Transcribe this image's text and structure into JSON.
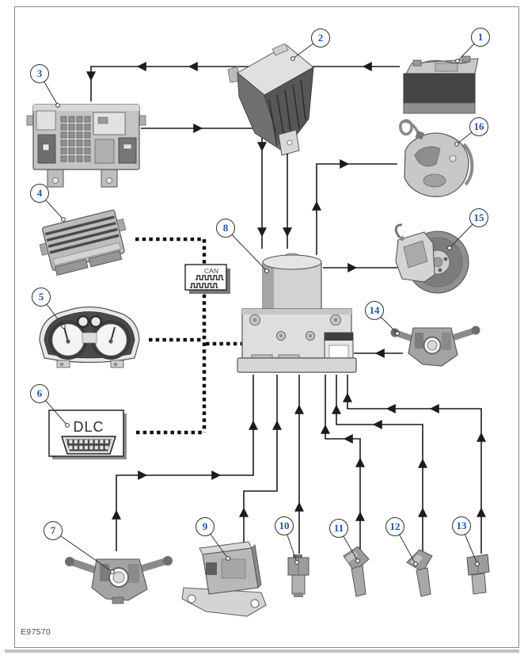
{
  "figure": {
    "code": "E97570"
  },
  "labels": {
    "can": "CAN",
    "dlc": "DLC"
  },
  "colors": {
    "callout_number": "#2456a5",
    "line": "#1c1c1c",
    "can_bus_dash": "#111111"
  },
  "callouts": [
    {
      "label": "1",
      "component": "battery"
    },
    {
      "label": "2",
      "component": "engine-junction-box"
    },
    {
      "label": "3",
      "component": "central-junction-box"
    },
    {
      "label": "4",
      "component": "powertrain-control-module"
    },
    {
      "label": "5",
      "component": "instrument-cluster"
    },
    {
      "label": "6",
      "component": "data-link-connector"
    },
    {
      "label": "7",
      "component": "steering-column-switch"
    },
    {
      "label": "8",
      "component": "abs-hydraulic-control-unit"
    },
    {
      "label": "9",
      "component": "module-on-bracket"
    },
    {
      "label": "10",
      "component": "wheel-speed-sensor"
    },
    {
      "label": "11",
      "component": "wheel-speed-sensor"
    },
    {
      "label": "12",
      "component": "wheel-speed-sensor"
    },
    {
      "label": "13",
      "component": "wheel-speed-sensor"
    },
    {
      "label": "14",
      "component": "steering-column-multifunction-switch"
    },
    {
      "label": "15",
      "component": "rear-brake-disc-and-caliper"
    },
    {
      "label": "16",
      "component": "front-brake-caliper"
    }
  ]
}
